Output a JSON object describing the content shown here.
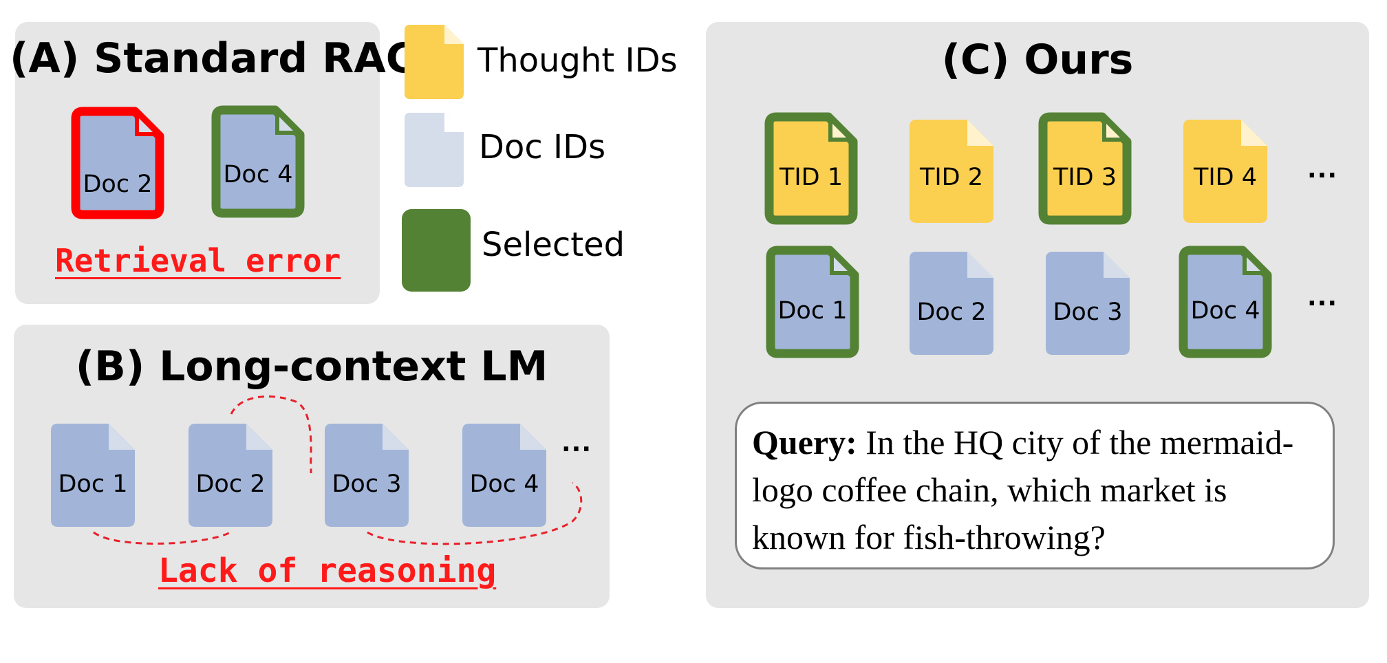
{
  "panel_a": {
    "title": "(A) Standard RAG",
    "docs": [
      {
        "label": "Doc 2",
        "border": "red"
      },
      {
        "label": "Doc 4",
        "border": "green"
      }
    ],
    "error": "Retrieval error"
  },
  "legend": {
    "thought_ids": "Thought IDs",
    "doc_ids": "Doc IDs",
    "selected": "Selected"
  },
  "panel_b": {
    "title": "(B) Long-context LM",
    "docs": [
      "Doc 1",
      "Doc 2",
      "Doc 3",
      "Doc 4"
    ],
    "ellipsis": "...",
    "error": "Lack of reasoning"
  },
  "panel_c": {
    "title": "(C) Ours",
    "tids": [
      {
        "label": "TID 1",
        "selected": true
      },
      {
        "label": "TID 2",
        "selected": false
      },
      {
        "label": "TID 3",
        "selected": true
      },
      {
        "label": "TID 4",
        "selected": false
      }
    ],
    "docs": [
      {
        "label": "Doc 1",
        "selected": true
      },
      {
        "label": "Doc 2",
        "selected": false
      },
      {
        "label": "Doc 3",
        "selected": false
      },
      {
        "label": "Doc 4",
        "selected": true
      }
    ],
    "ellipsis_1": "...",
    "ellipsis_2": "...",
    "query_label": "Query:",
    "query_text": "In the HQ city of the mermaid-logo coffee chain, which market is known for fish-throwing?"
  },
  "colors": {
    "doc_blue": "#a2b5d9",
    "doc_light": "#d5dcea",
    "thought_yellow": "#fbcf50",
    "selected_green": "#548235",
    "error_red": "#ff0000",
    "panel_gray": "#e6e6e6"
  }
}
